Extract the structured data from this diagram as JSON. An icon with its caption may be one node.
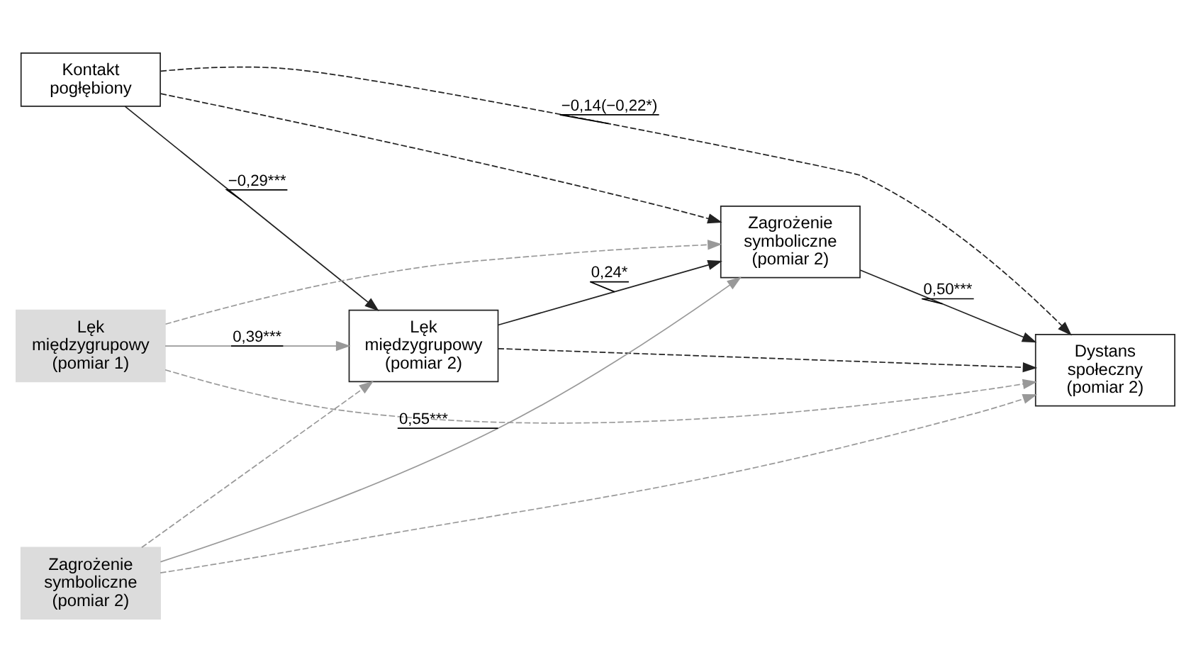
{
  "diagram": {
    "nodes": [
      {
        "text": [
          "Lęk międzygrupowy (pomiar 2)"
        ]
      },
      {
        "text": [
          "Zagrożenie symboliczne (pomiar 2)"
        ]
      },
      {
        "text": [
          "Kontakt pogłębiony"
        ]
      },
      {
        "text": [
          "Dystans społeczny (pomiar 2)"
        ]
      },
      {
        "text": [
          "Lęk międzygrupowy (pomiar 1)"
        ]
      },
      {
        "text": [
          "Zagrożenie symboliczne (pomiar 2)"
        ]
      }
    ],
    "edges": [
      {
        "from": 2,
        "to": 0,
        "arrow": "to",
        "label": "−0,29***"
      },
      {
        "from": 0,
        "to": 1,
        "arrow": "to",
        "label": "0,24*"
      },
      {
        "from": 1,
        "to": 3,
        "arrow": "to",
        "label": "0,50***"
      },
      {
        "from": 0,
        "to": 3,
        "arrow": "to",
        "style": "dashed"
      },
      {
        "from": 2,
        "to": 1,
        "arrow": "to",
        "style": "dashed"
      },
      {
        "from": 2,
        "to": 3,
        "arrow": "to",
        "style": "dashed",
        "label": "−0,14(−0,22*)"
      },
      {
        "from": 4,
        "to": 0,
        "arrow": "to",
        "color": "#999999",
        "label": "0,39***"
      },
      {
        "from": 4,
        "to": 1,
        "arrow": "to",
        "style": "dashed",
        "color": "#999999"
      },
      {
        "from": 4,
        "to": 3,
        "arrow": "to",
        "style": "dashed",
        "color": "#999999"
      },
      {
        "from": 5,
        "to": 0,
        "arrow": "to",
        "style": "dashed",
        "color": "#999999"
      },
      {
        "from": 5,
        "to": 1,
        "arrow": "to",
        "color": "#999999",
        "label": "0,55***"
      },
      {
        "from": 5,
        "to": 3,
        "arrow": "to",
        "style": "dashed",
        "color": "#999999"
      }
    ]
  }
}
